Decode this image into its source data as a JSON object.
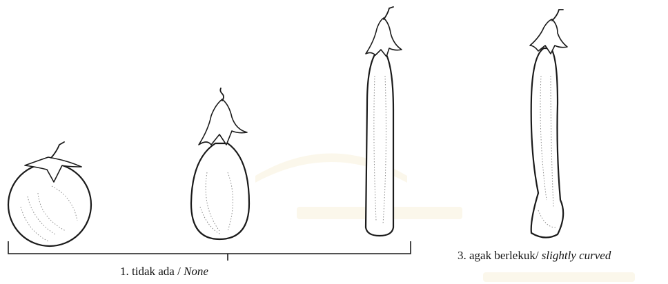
{
  "captions": {
    "group1": {
      "number": "1.",
      "label_id": "tidak ada /",
      "label_en": "None"
    },
    "group3": {
      "number": "3.",
      "label_id": "agak berlekuk/",
      "label_en": "slightly curved"
    }
  },
  "illustrations": [
    {
      "name": "round-eggplant-icon"
    },
    {
      "name": "oval-eggplant-icon"
    },
    {
      "name": "long-straight-eggplant-icon"
    },
    {
      "name": "long-curved-eggplant-icon"
    }
  ],
  "colors": {
    "ink": "#1a1a1a",
    "background": "#ffffff",
    "watermark": "#f3e9c7"
  }
}
